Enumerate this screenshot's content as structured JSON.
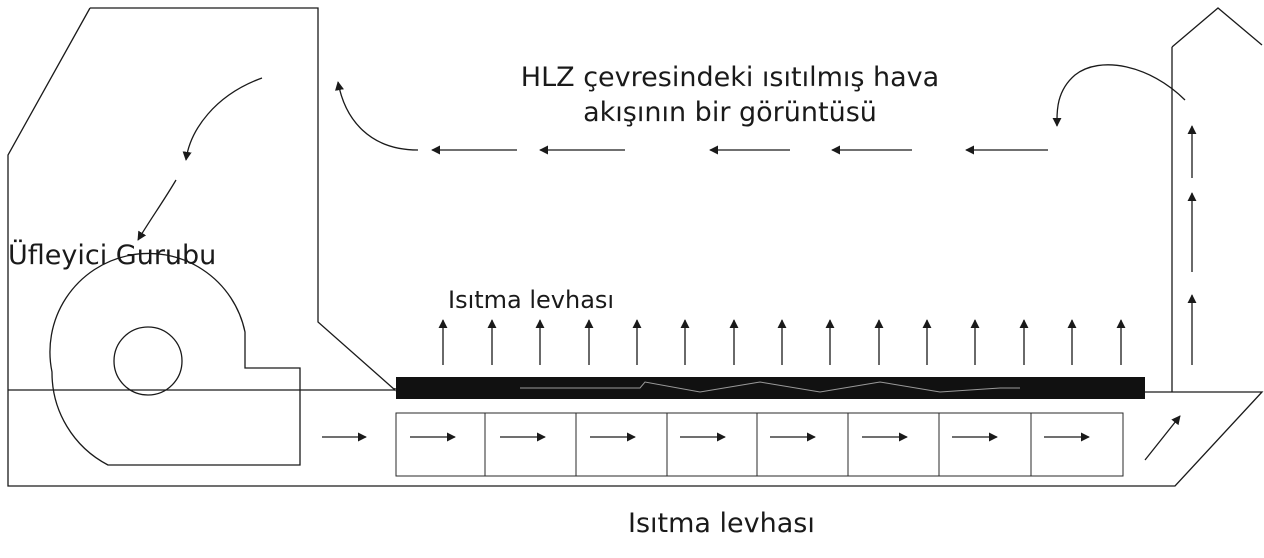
{
  "labels": {
    "title_line1": "HLZ çevresindeki ısıtılmış hava",
    "title_line2": "akışının bir görüntüsü",
    "blower_group": "Üfleyici Gurubu",
    "heating_plate_top": "Isıtma levhası",
    "heating_plate_bottom": "Isıtma levhası"
  },
  "colors": {
    "line": "#1a1a1a",
    "plate": "#111111",
    "background": "#ffffff"
  }
}
